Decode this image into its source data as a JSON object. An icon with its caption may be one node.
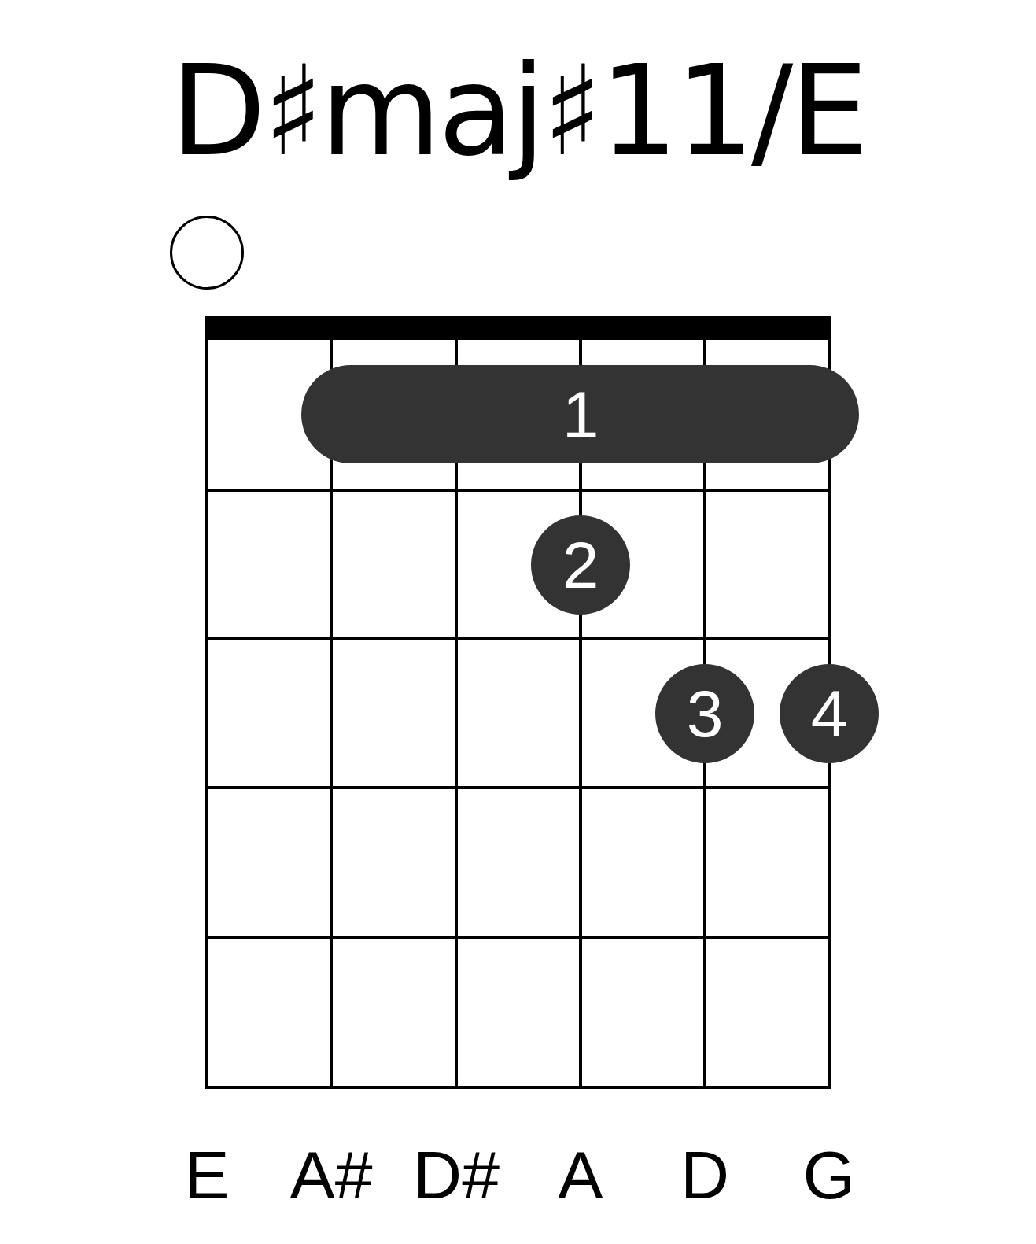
{
  "diagram": {
    "title": "D♯maj♯11/E",
    "nodes": [
      {
        "text": [],
        "shape": "circle"
      },
      {
        "text": [
          "1"
        ]
      },
      {
        "text": [
          "2"
        ]
      },
      {
        "text": [
          "3"
        ]
      },
      {
        "text": [
          "4"
        ]
      }
    ],
    "labels": [
      "E",
      "A#",
      "D#",
      "A",
      "D",
      "G"
    ]
  }
}
